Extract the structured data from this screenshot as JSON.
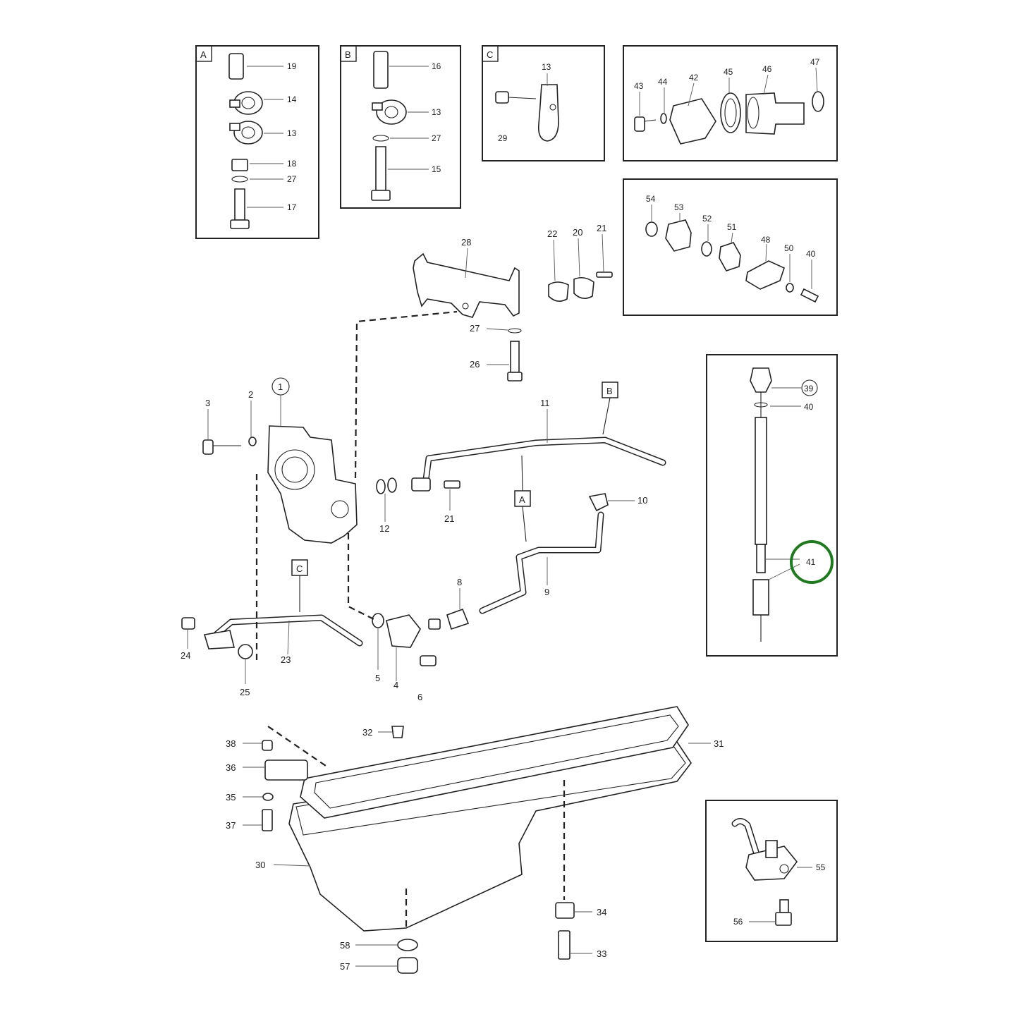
{
  "inset_tags": {
    "a": "A",
    "b": "B",
    "c": "C"
  },
  "insets": {
    "a": [
      "19",
      "14",
      "13",
      "18",
      "27",
      "17"
    ],
    "b": [
      "16",
      "13",
      "27",
      "15"
    ],
    "c": [
      "13",
      "29"
    ],
    "d": [
      "43",
      "44",
      "42",
      "45",
      "46",
      "47"
    ],
    "e": [
      "54",
      "53",
      "52",
      "51",
      "48",
      "50",
      "40"
    ],
    "f": [
      "39",
      "40",
      "41"
    ],
    "g": [
      "55",
      "56"
    ]
  },
  "main_labels": {
    "l1": "1",
    "l2": "2",
    "l3": "3",
    "l4": "4",
    "l5": "5",
    "l6": "6",
    "l8": "8",
    "l9": "9",
    "l10": "10",
    "l11": "11",
    "l12": "12",
    "l20": "20",
    "l21a": "21",
    "l21b": "21",
    "l22": "22",
    "l23": "23",
    "l24": "24",
    "l25": "25",
    "l26": "26",
    "l27": "27",
    "l28": "28",
    "l30": "30",
    "l31": "31",
    "l32": "32",
    "l33": "33",
    "l34": "34",
    "l35": "35",
    "l36": "36",
    "l37": "37",
    "l38": "38",
    "l57": "57",
    "l58": "58"
  },
  "callout_tags": {
    "a": "A",
    "b": "B",
    "c": "C"
  },
  "highlight": {
    "label": "41",
    "color": "#1f7a1f"
  }
}
